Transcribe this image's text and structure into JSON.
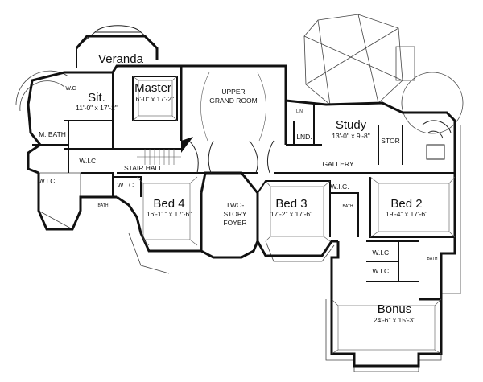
{
  "rooms": {
    "veranda": "Veranda",
    "master": "Master",
    "master_dim": "16'-0\" x 17'-2\"",
    "sit": "Sit.",
    "sit_dim": "11'-0\" x 17'-2\"",
    "upper_grand_1": "UPPER",
    "upper_grand_2": "GRAND ROOM",
    "study": "Study",
    "study_dim": "13'-0\" x 9'-8\"",
    "lnd": "LND.",
    "stor": "STOR",
    "gallery": "GALLERY",
    "mbath": "M. BATH",
    "wic_master": "W.I.C.",
    "wic_left": "W.I.C",
    "wc": "W.C",
    "stair_hall": "STAIR HALL",
    "wic_bed4": "W.I.C.",
    "bed4": "Bed 4",
    "bed4_dim": "16'-11\" x 17'-6\"",
    "foyer_1": "TWO-",
    "foyer_2": "STORY",
    "foyer_3": "FOYER",
    "bed3": "Bed 3",
    "bed3_dim": "17'-2\" x 17'-6\"",
    "wic_bed3": "W.I.C.",
    "bed2": "Bed 2",
    "bed2_dim": "19'-4\" x 17'-6\"",
    "wic_bed2a": "W.I.C.",
    "wic_bed2b": "W.I.C.",
    "bath_small": "BATH",
    "bonus": "Bonus",
    "bonus_dim": "24'-6\" x 15'-3\"",
    "bath_bed4": "BATH",
    "bath_bed3": "BATH",
    "lin": "LIN"
  }
}
